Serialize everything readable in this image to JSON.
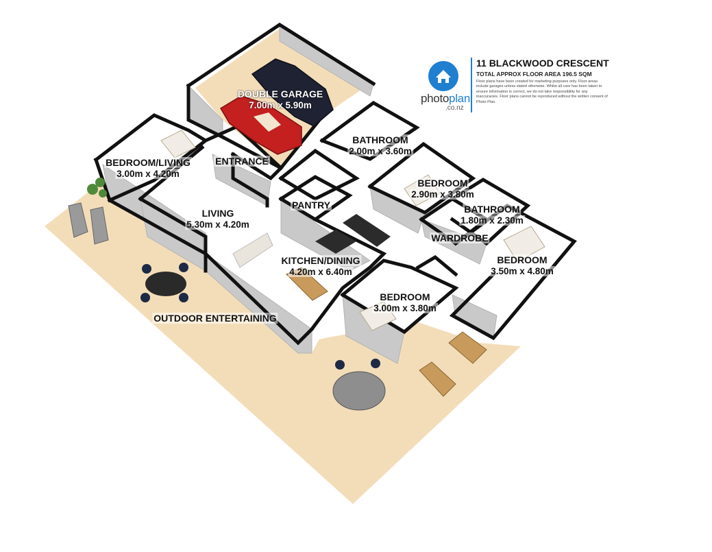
{
  "plan": {
    "colors": {
      "floor_outdoor": "#f3ddb9",
      "floor_interior": "#ffffff",
      "wall_top": "#111111",
      "wall_face": "#c9c9c9",
      "wood": "#c89a5c",
      "brand_blue": "#1f7fd1"
    },
    "rooms": [
      {
        "id": "double-garage",
        "name": "DOUBLE GARAGE",
        "dims": "7.00m x 5.90m",
        "dark": true
      },
      {
        "id": "bathroom-1",
        "name": "BATHROOM",
        "dims": "2.00m x 3.60m"
      },
      {
        "id": "bedroom-living",
        "name": "BEDROOM/LIVING",
        "dims": "3.00m x 4.20m"
      },
      {
        "id": "entrance",
        "name": "ENTRANCE",
        "dims": ""
      },
      {
        "id": "living",
        "name": "LIVING",
        "dims": "5.30m x 4.20m"
      },
      {
        "id": "pantry",
        "name": "PANTRY",
        "dims": ""
      },
      {
        "id": "bedroom-2",
        "name": "BEDROOM",
        "dims": "2.90m x 3.80m"
      },
      {
        "id": "bathroom-2",
        "name": "BATHROOM",
        "dims": "1.80m x 2.30m"
      },
      {
        "id": "wardrobe",
        "name": "WARDROBE",
        "dims": ""
      },
      {
        "id": "kitchen-dining",
        "name": "KITCHEN/DINING",
        "dims": "4.20m x 6.40m"
      },
      {
        "id": "bedroom-master",
        "name": "BEDROOM",
        "dims": "3.50m x 4.80m"
      },
      {
        "id": "bedroom-3",
        "name": "BEDROOM",
        "dims": "3.00m x 3.80m"
      },
      {
        "id": "outdoor-entertaining",
        "name": "OUTDOOR ENTERTAINING",
        "dims": ""
      }
    ]
  },
  "brand": {
    "logo_icon": "house-icon",
    "word_a": "photo",
    "word_b": "plan",
    "sub": ".co.nz",
    "title": "11 BLACKWOOD CRESCENT",
    "area": "TOTAL APPROX FLOOR AREA 196.5 SQM",
    "note": "Floor plans have been created for marketing purposes only. Floor areas include garages unless stated otherwise. Whilst all care has been taken to ensure information is correct, we do not take responsibility for any inaccuracies. Floor plans cannot be reproduced without the written consent of Photo Plan."
  }
}
